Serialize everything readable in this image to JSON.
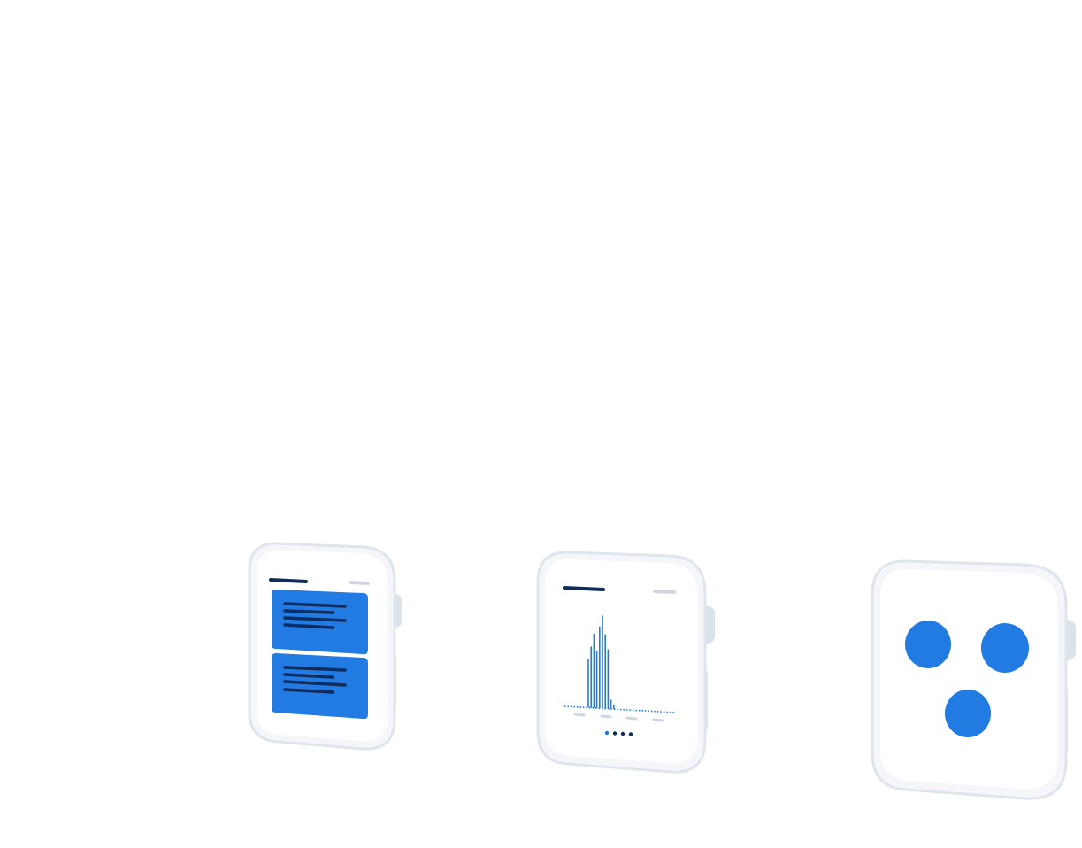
{
  "colors": {
    "background": "#ffffff",
    "case": "#f4f6f9",
    "case_stroke": "#dfe5ec",
    "screen": "#ffffff",
    "crown": "#dbe3ea",
    "accent": "#227be3",
    "dark": "#0e2d5c",
    "muted": "#cfd8e2"
  },
  "watches": [
    {
      "name": "watch-notifications",
      "screen": "two-cards-with-text-lines"
    },
    {
      "name": "watch-chart",
      "screen": "bar-histogram-with-page-dots",
      "bars": [
        0.52,
        0.66,
        0.8,
        0.62,
        0.88,
        1.0,
        0.8,
        0.64,
        0.1,
        0.05
      ]
    },
    {
      "name": "watch-dots",
      "screen": "three-blue-circles"
    }
  ]
}
